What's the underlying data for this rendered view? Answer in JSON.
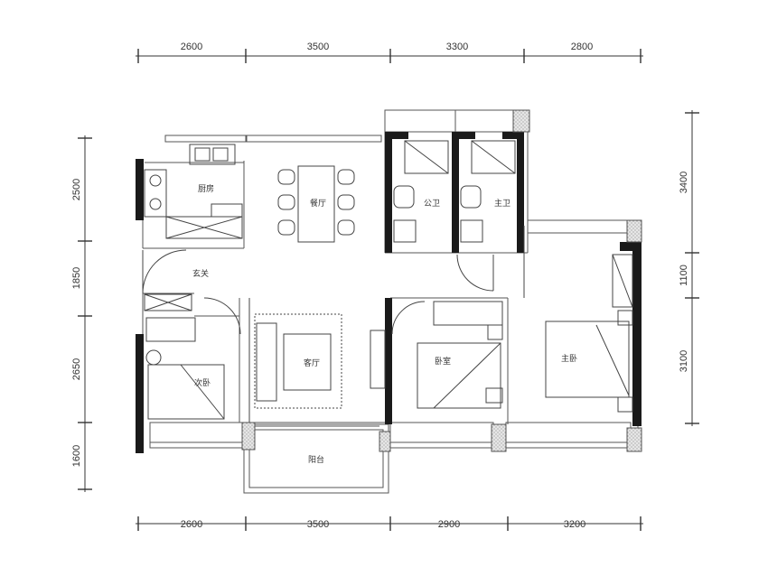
{
  "colors": {
    "wall": "#1a1a1a",
    "line": "#555555",
    "hatch": "#8a8a8a",
    "dim": "#333333"
  },
  "dimensions": {
    "top": [
      "2600",
      "3500",
      "3300",
      "2800"
    ],
    "bottom": [
      "2600",
      "3500",
      "2900",
      "3200"
    ],
    "left": [
      "2500",
      "1850",
      "2650",
      "1600"
    ],
    "right": [
      "3400",
      "1100",
      "3100"
    ]
  },
  "rooms": {
    "kitchen": "厨房",
    "dining": "餐厅",
    "public_bath": "公卫",
    "master_bath": "主卫",
    "entrance": "玄关",
    "living": "客厅",
    "bedroom": "卧室",
    "master_bedroom": "主卧",
    "second_bedroom": "次卧",
    "balcony": "阳台"
  }
}
